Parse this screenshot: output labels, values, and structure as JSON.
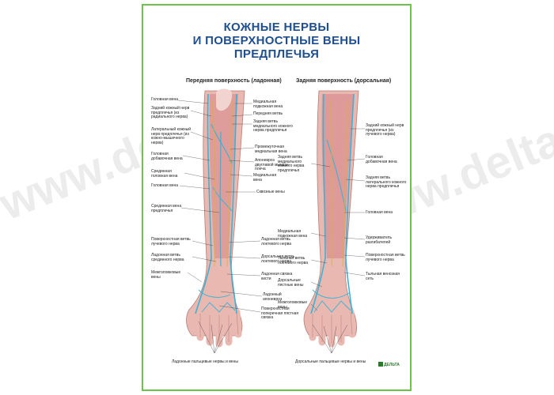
{
  "title": {
    "line1": "КОЖНЫЕ НЕРВЫ",
    "line2": "И ПОВЕРХНОСТНЫЕ ВЕНЫ",
    "line3": "ПРЕДПЛЕЧЬЯ"
  },
  "views": {
    "anterior": "Передняя поверхность (ладонная)",
    "posterior": "Задняя поверхность (дорсальная)"
  },
  "anterior_left_labels": [
    "Головная вена",
    "Задний кожный нерв предплечья (из радиального нерва)",
    "Латеральный кожный нерв предплечья (из кожно-мышечного нерва)",
    "Головная добавочная вена",
    "Срединная головная вена",
    "Головная вена",
    "Срединная вена предплечья",
    "Поверхностная ветвь лучевого нерва",
    "Ладонная ветвь срединного нерва",
    "Межголовковые вены"
  ],
  "anterior_right_labels": [
    "Медиальная подкожная вена",
    "Передняя ветвь",
    "Задняя ветвь медиального кожного нерва предплечья",
    "Промежуточная медиальная вена",
    "Апоневроз двуглавой мышцы плеча",
    "Медиальная вена",
    "Сквозные вены",
    "Ладонная ветвь локтевого нерва",
    "Дорсальная ветвь локтевого нерва",
    "Ладонная связка кисти",
    "Ладонный апоневроз",
    "Поверхностная поперечная пястная связка"
  ],
  "posterior_left_labels": [
    "Задняя ветвь медиального кожного нерва предплечья",
    "Медиальная подкожная вена",
    "Тыльная ветвь локтевого нерва",
    "Дорсальные пястные вены",
    "Межголовковые вены"
  ],
  "posterior_right_labels": [
    "Задний кожный нерв предплечья (из лучевого нерва)",
    "Головная добавочная вена",
    "Задняя ветвь латерального кожного нерва предплечья",
    "Головная вена",
    "Удерживатель разгибателей",
    "Поверхностная ветвь лучевого нерва",
    "Тыльная венозная сеть"
  ],
  "footer": {
    "anterior": "Ладонные пальцевые нервы и вены",
    "posterior": "Дорсальные пальцевые нервы и вены"
  },
  "brand": "ДЕЛЬТА",
  "watermark": "www.delta-med.ru",
  "colors": {
    "title": "#1f4f8f",
    "border": "#6cc24a",
    "vein": "#39b3d6",
    "nerve": "#d9b13b",
    "muscle": "#d6868a",
    "skin": "#e9b8b0"
  }
}
